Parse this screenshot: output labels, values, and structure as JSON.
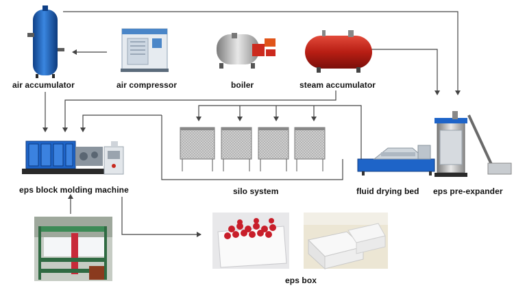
{
  "nodes": {
    "air_accumulator": "air accumulator",
    "air_compressor": "air compressor",
    "boiler": "boiler",
    "steam_accumulator": "steam accumulator",
    "eps_block_molding_machine": "eps block molding machine",
    "silo_system": "silo system",
    "fluid_drying_bed": "fluid drying bed",
    "eps_pre_expander": "eps pre-expander",
    "eps_box": "eps box"
  },
  "colors": {
    "air_tank": "#1a5fb8",
    "steam_tank": "#c8281e",
    "compressor": "#4a86c8",
    "machine_blue": "#1e64c8",
    "silo_gray": "#a8a8a8",
    "line": "#444444",
    "berry": "#c81e2a"
  },
  "icons": {
    "air_accumulator": "air-tank-icon",
    "air_compressor": "compressor-icon",
    "boiler": "boiler-icon",
    "steam_accumulator": "steam-tank-icon",
    "molding_machine": "molding-machine-icon",
    "silo": "silo-icon",
    "drying_bed": "drying-bed-icon",
    "pre_expander": "pre-expander-icon"
  }
}
